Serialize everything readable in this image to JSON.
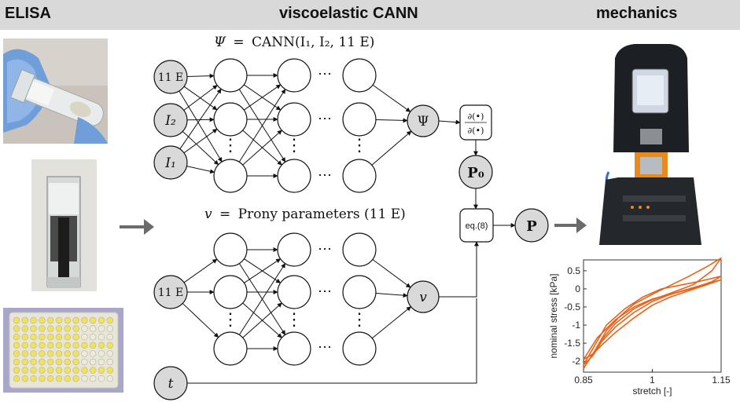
{
  "header": {
    "left": "ELISA",
    "center": "viscoelastic CANN",
    "right": "mechanics"
  },
  "psi_net": {
    "title_lhs": "Ψ",
    "title_eq": "=",
    "title_rhs": "CANN(I₁, I₂, 11 E)",
    "inputs": [
      "11 E",
      "I₂",
      "I₁"
    ],
    "output": "Ψ"
  },
  "prony_net": {
    "title_lhs": "v",
    "title_eq": "=",
    "title_rhs": "Prony parameters (11 E)",
    "input": "11 E",
    "output": "v"
  },
  "time_input": "t",
  "derivative_box": {
    "numerator": "∂(•)",
    "denominator": "∂(•)"
  },
  "p0_node": "P₀",
  "eq_box": "eq.(8)",
  "p_node": "P",
  "dots": {
    "horizontal": "⋯",
    "vertical": "⋮"
  },
  "chart_data": {
    "type": "line",
    "xlabel": "stretch [-]",
    "ylabel": "nominal stress [kPa]",
    "xlim": [
      0.85,
      1.15
    ],
    "ylim": [
      -2.3,
      0.8
    ],
    "xticks": [
      "0.85",
      "1",
      "1.15"
    ],
    "yticks": [
      "0.5",
      "0",
      "-0.5",
      "-1",
      "-1.5",
      "-2"
    ],
    "line_color": "#e8621a",
    "series": [
      {
        "x": [
          0.85,
          0.875,
          0.9,
          0.93,
          0.96,
          1.0,
          1.04,
          1.08,
          1.12,
          1.15,
          1.13,
          1.09,
          1.04,
          1.0,
          0.96,
          0.92,
          0.89,
          0.87,
          0.85
        ],
        "y": [
          -2.2,
          -1.7,
          -1.15,
          -0.75,
          -0.42,
          -0.15,
          0.1,
          0.35,
          0.62,
          0.85,
          0.5,
          0.12,
          -0.12,
          -0.3,
          -0.55,
          -0.95,
          -1.4,
          -1.8,
          -2.2
        ]
      },
      {
        "x": [
          0.85,
          0.875,
          0.9,
          0.94,
          0.98,
          1.02,
          1.06,
          1.1,
          1.15,
          1.13,
          1.09,
          1.04,
          1.0,
          0.96,
          0.92,
          0.89,
          0.87,
          0.85
        ],
        "y": [
          -2.1,
          -1.55,
          -1.0,
          -0.55,
          -0.22,
          0.0,
          0.1,
          0.2,
          0.35,
          0.2,
          0.02,
          -0.15,
          -0.35,
          -0.65,
          -1.05,
          -1.45,
          -1.85,
          -2.1
        ]
      },
      {
        "x": [
          0.85,
          0.88,
          0.92,
          0.96,
          1.0,
          1.04,
          1.08,
          1.12,
          1.15,
          1.12,
          1.08,
          1.04,
          1.0,
          0.96,
          0.92,
          0.89,
          0.87,
          0.85
        ],
        "y": [
          -1.95,
          -1.35,
          -0.85,
          -0.5,
          -0.28,
          -0.15,
          0.0,
          0.15,
          0.25,
          0.12,
          -0.05,
          -0.22,
          -0.45,
          -0.8,
          -1.2,
          -1.55,
          -1.8,
          -1.95
        ]
      }
    ]
  },
  "colors": {
    "header_bg": "#d9d9d9",
    "node_gray": "#d9d9d9",
    "arrow_gray": "#6b6b6b",
    "curve": "#e8621a"
  }
}
